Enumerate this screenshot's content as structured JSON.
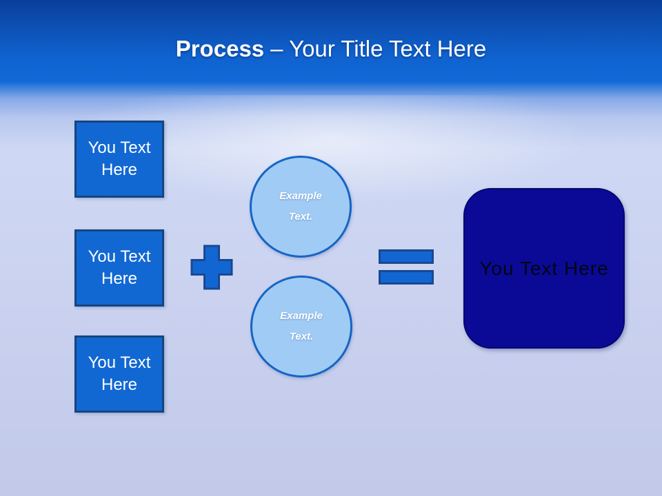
{
  "slide": {
    "title_bold": "Process",
    "title_rest": "– Your Title Text Here"
  },
  "left_boxes": [
    {
      "label": "You Text Here"
    },
    {
      "label": "You Text Here"
    },
    {
      "label": "You Text Here"
    }
  ],
  "circles": [
    {
      "label": "Example Text."
    },
    {
      "label": "Example Text."
    }
  ],
  "result_box": {
    "label": "You Text Here"
  },
  "icons": {
    "plus": "plus-icon",
    "equals": "equals-icon"
  },
  "colors": {
    "header_top": "#0a3e9a",
    "header_main": "#1269d8",
    "background": "#c6cdec",
    "shape_fill": "#1268d2",
    "shape_border": "#16457f",
    "circle_fill": "#a0cbf5",
    "circle_border": "#1565c4",
    "result_fill": "#0a0a97",
    "title_text": "#ffffff"
  }
}
